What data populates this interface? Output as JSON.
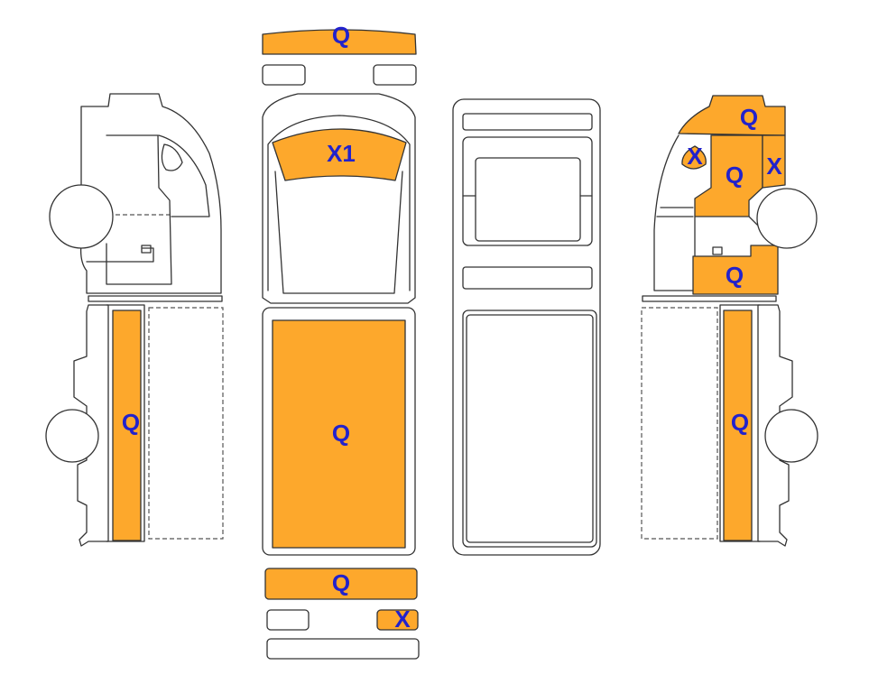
{
  "colors": {
    "damage_fill": "#FDA82C",
    "label": "#2222CC",
    "outline": "#333333"
  },
  "legend_codes": {
    "roof_strip": "Q",
    "windshield": "X1",
    "roof_panel": "Q",
    "rear_bumper": "Q",
    "rear_light_right": "X",
    "left_side_body": "Q",
    "right_side_body": "Q",
    "right_cab_upper": "Q",
    "right_cab_door": "Q",
    "right_window_small": "X",
    "right_cab_rear_window": "X",
    "right_cab_lower": "Q"
  }
}
